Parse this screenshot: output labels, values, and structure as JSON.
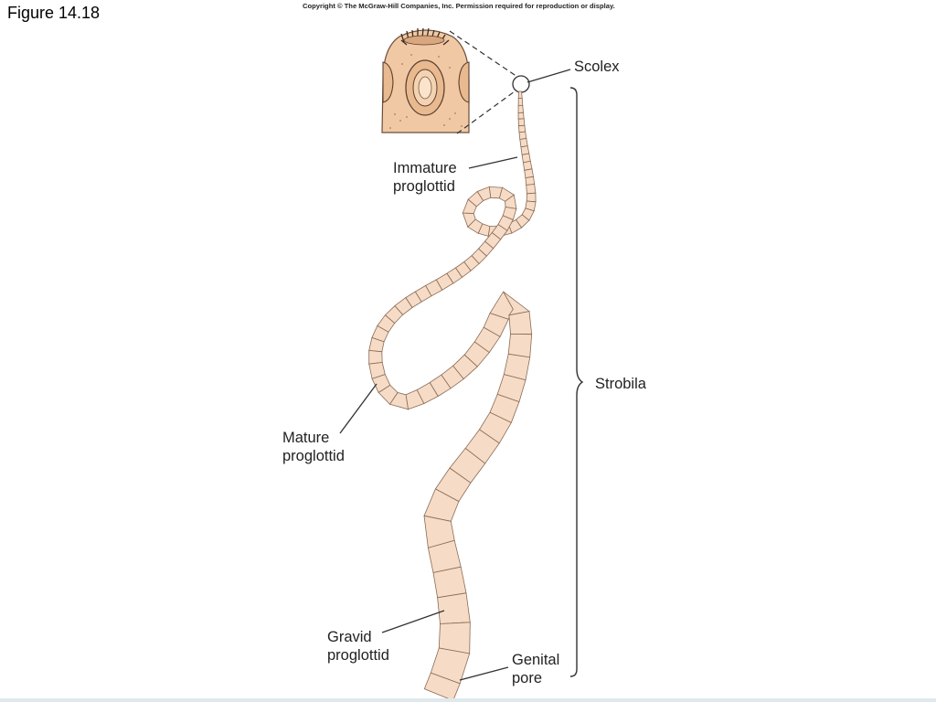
{
  "header": {
    "figure_label": "Figure 14.18",
    "copyright": "Copyright © The McGraw-Hill Companies, Inc. Permission required for reproduction or display."
  },
  "labels": {
    "scolex": "Scolex",
    "immature_proglottid": "Immature\nproglottid",
    "strobila": "Strobila",
    "mature_proglottid": "Mature\nproglottid",
    "gravid_proglottid": "Gravid\nproglottid",
    "genital_pore": "Genital\npore"
  },
  "colors": {
    "segment_fill": "#f6dcc6",
    "segment_stroke": "#8a6a55",
    "scolex_fill": "#f0c9a4",
    "line": "#333333"
  }
}
